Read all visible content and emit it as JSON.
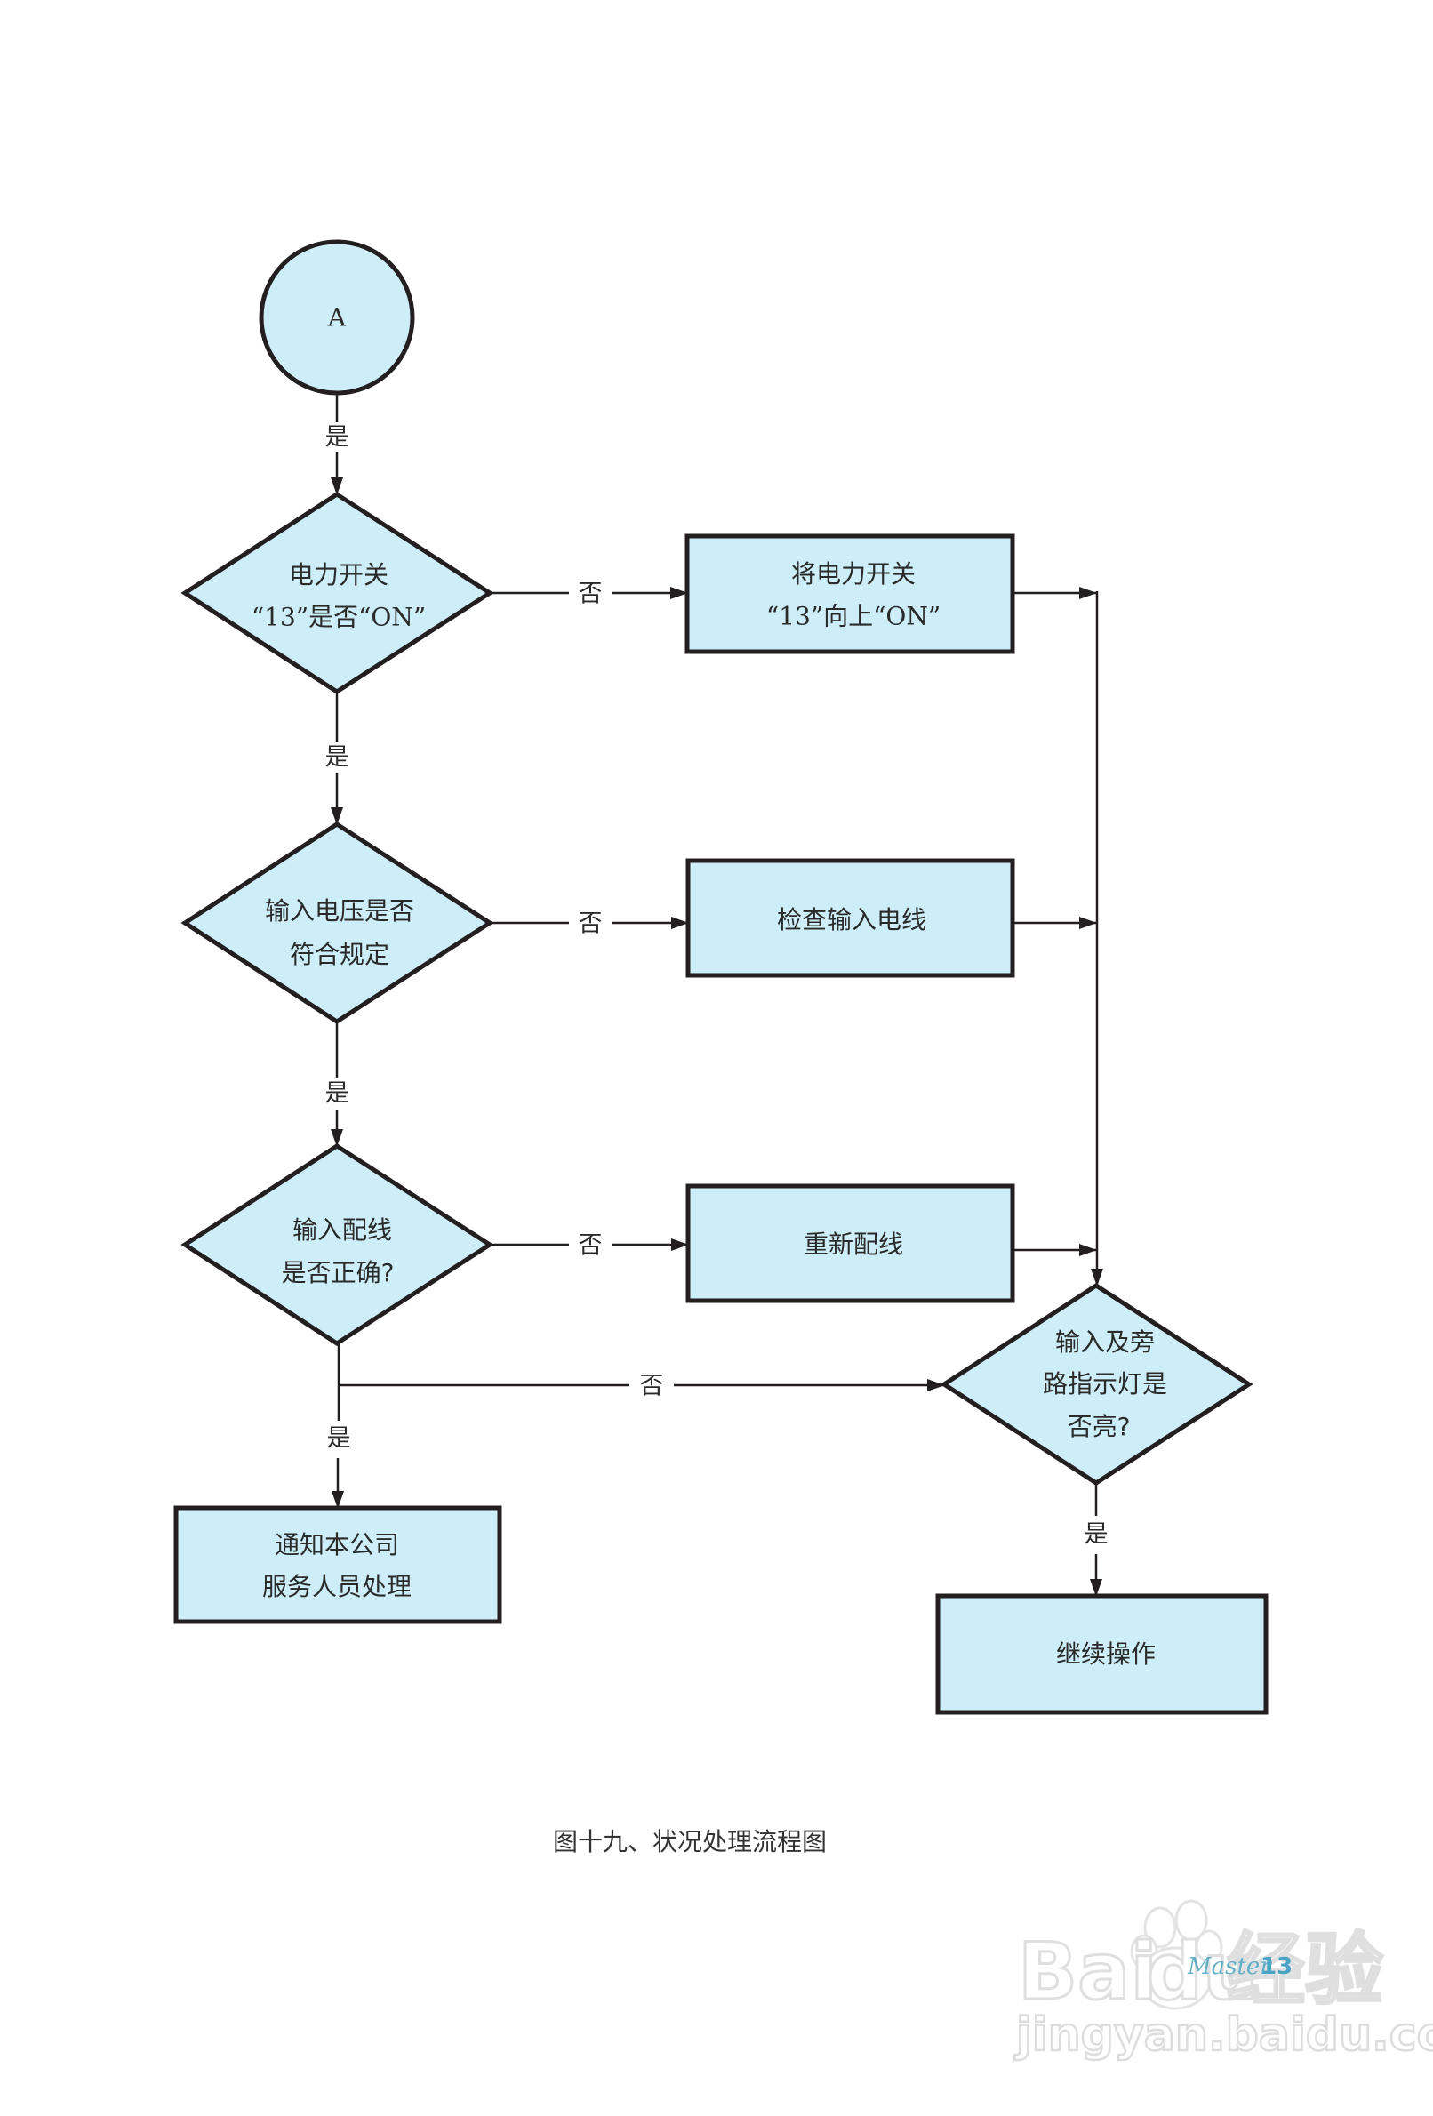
{
  "colors": {
    "node_fill": "#cdedf8",
    "stroke": "#231f20",
    "page_number": "#3f9fc2"
  },
  "nodes": {
    "start": {
      "label": "A"
    },
    "d_power_switch": {
      "lines": [
        "电力开关",
        "“13”是否“ON”"
      ]
    },
    "b_turn_on": {
      "lines": [
        "将电力开关",
        "“13”向上“ON”"
      ]
    },
    "d_voltage": {
      "lines": [
        "输入电压是否",
        "符合规定"
      ]
    },
    "b_check_wire": {
      "lines": [
        "检查输入电线"
      ]
    },
    "d_wiring": {
      "lines": [
        "输入配线",
        "是否正确?"
      ]
    },
    "b_rewire": {
      "lines": [
        "重新配线"
      ]
    },
    "d_indicator": {
      "lines": [
        "输入及旁",
        "路指示灯是",
        "否亮?"
      ]
    },
    "b_notify": {
      "lines": [
        "通知本公司",
        "服务人员处理"
      ]
    },
    "b_continue": {
      "lines": [
        "继续操作"
      ]
    }
  },
  "edge_labels": {
    "start_to_d1": "是",
    "d1_no": "否",
    "d1_yes": "是",
    "d2_no": "否",
    "d2_yes": "是",
    "d3_no_rewire": "否",
    "d3_no_indicator": "否",
    "d3_yes": "是",
    "d4_yes": "是"
  },
  "caption": "图十九、状况处理流程图",
  "watermark": {
    "brand_left": "Bai",
    "brand_right": "du",
    "brand_cn": "经验",
    "url": "jingyan.baidu.com",
    "header_text": "Master",
    "page_number": "13"
  }
}
